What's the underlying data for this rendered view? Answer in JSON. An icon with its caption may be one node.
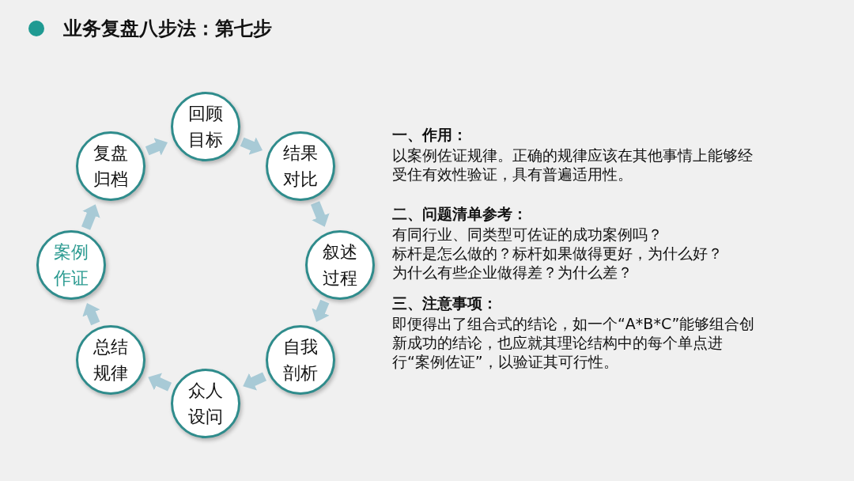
{
  "diagram": {
    "title": "业务复盘八步法：第七步",
    "nodes": [
      {
        "text": [
          "回顾目标"
        ]
      },
      {
        "text": [
          "结果对比"
        ]
      },
      {
        "text": [
          "叙述过程"
        ]
      },
      {
        "text": [
          "自我剖析"
        ]
      },
      {
        "text": [
          "众人设问"
        ]
      },
      {
        "text": [
          "总结规律"
        ]
      },
      {
        "text": [
          "案例作证"
        ]
      },
      {
        "text": [
          "复盘归档"
        ]
      }
    ],
    "edges": [
      {
        "from": 0,
        "to": 1,
        "arrow": "to"
      },
      {
        "from": 1,
        "to": 2,
        "arrow": "to"
      },
      {
        "from": 2,
        "to": 3,
        "arrow": "to"
      },
      {
        "from": 3,
        "to": 4,
        "arrow": "to"
      },
      {
        "from": 4,
        "to": 5,
        "arrow": "to"
      },
      {
        "from": 5,
        "to": 6,
        "arrow": "to"
      },
      {
        "from": 6,
        "to": 7,
        "arrow": "to"
      },
      {
        "from": 7,
        "to": 0,
        "arrow": "to"
      }
    ],
    "labels": [
      "一、作用：",
      "以案例佐证规律。正确的规律应该在其他事情上能够经受住有效性验证，具有普遍适用性。",
      "二、问题清单参考：",
      "有同行业、同类型可佐证的成功案例吗？",
      "标杆是怎么做的？标杆如果做得更好，为什么好？",
      "为什么有些企业做得差？为什么差？",
      "三、注意事项：",
      "即便得出了组合式的结论，如一个“A*B*C”能够组合创新成功的结论，也应就其理论结构中的每个单点进行“案例佐证”，以验证其可行性。"
    ]
  }
}
